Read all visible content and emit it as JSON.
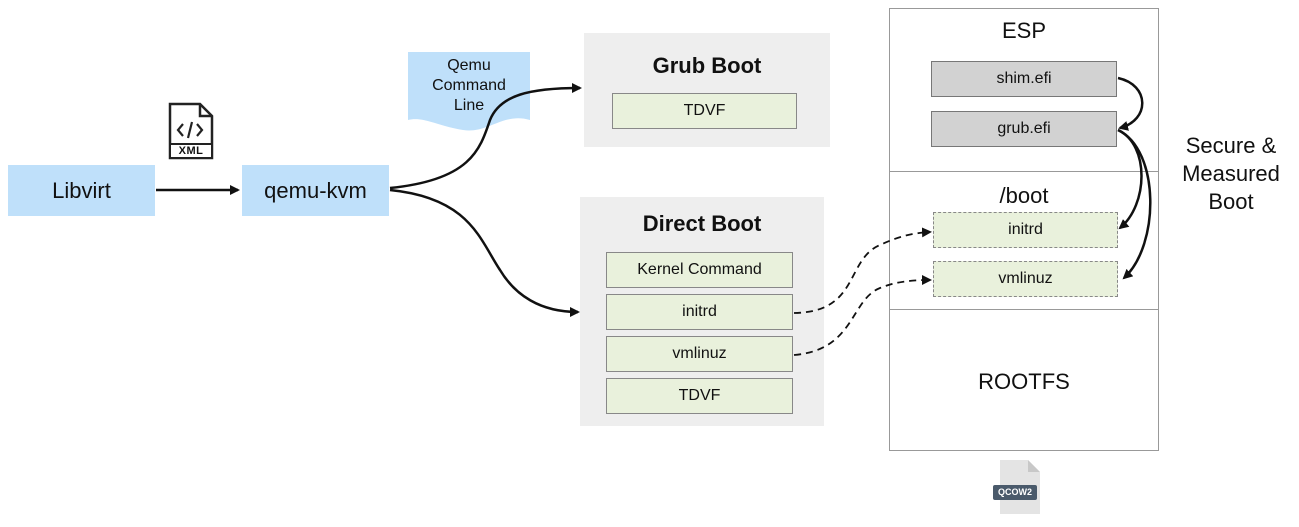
{
  "libvirt": {
    "label": "Libvirt"
  },
  "xml_file": {
    "label": "XML"
  },
  "qemu_kvm": {
    "label": "qemu-kvm"
  },
  "qemu_cmd": {
    "line1": "Qemu",
    "line2": "Command",
    "line3": "Line"
  },
  "grub_boot": {
    "title": "Grub Boot",
    "items": [
      "TDVF"
    ]
  },
  "direct_boot": {
    "title": "Direct Boot",
    "items": [
      "Kernel Command",
      "initrd",
      "vmlinuz",
      "TDVF"
    ]
  },
  "disk": {
    "esp": {
      "title": "ESP",
      "items": [
        "shim.efi",
        "grub.efi"
      ]
    },
    "boot": {
      "title": "/boot",
      "items": [
        "initrd",
        "vmlinuz"
      ]
    },
    "rootfs": {
      "title": "ROOTFS"
    },
    "qcow_label": "QCOW2"
  },
  "secure_boot": {
    "line1": "Secure &",
    "line2": "Measured",
    "line3": "Boot"
  },
  "colors": {
    "blue_box": "#bfe0fa",
    "panel": "#eeeeee",
    "green_box": "#e9f1dc",
    "gray_box": "#d2d2d2"
  }
}
